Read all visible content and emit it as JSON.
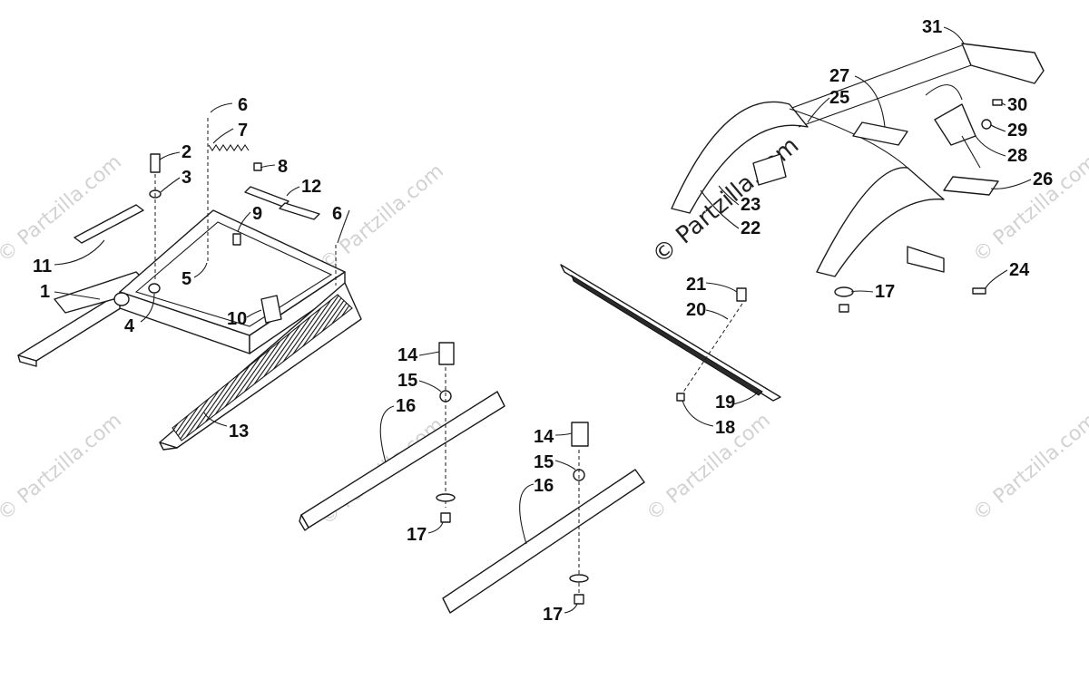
{
  "watermark": {
    "text": "© Partzilla.com",
    "center_text": "© Partzilla.com"
  },
  "callouts": {
    "c1": "1",
    "c2": "2",
    "c3": "3",
    "c4": "4",
    "c5": "5",
    "c6a": "6",
    "c6b": "6",
    "c7": "7",
    "c8": "8",
    "c9": "9",
    "c10": "10",
    "c11": "11",
    "c12": "12",
    "c13": "13",
    "c14a": "14",
    "c14b": "14",
    "c15a": "15",
    "c15b": "15",
    "c16a": "16",
    "c16b": "16",
    "c17a": "17",
    "c17b": "17",
    "c17c": "17",
    "c18": "18",
    "c19": "19",
    "c20": "20",
    "c21": "21",
    "c22": "22",
    "c23": "23",
    "c24": "24",
    "c25": "25",
    "c26": "26",
    "c27": "27",
    "c28": "28",
    "c29": "29",
    "c30": "30",
    "c31": "31"
  }
}
